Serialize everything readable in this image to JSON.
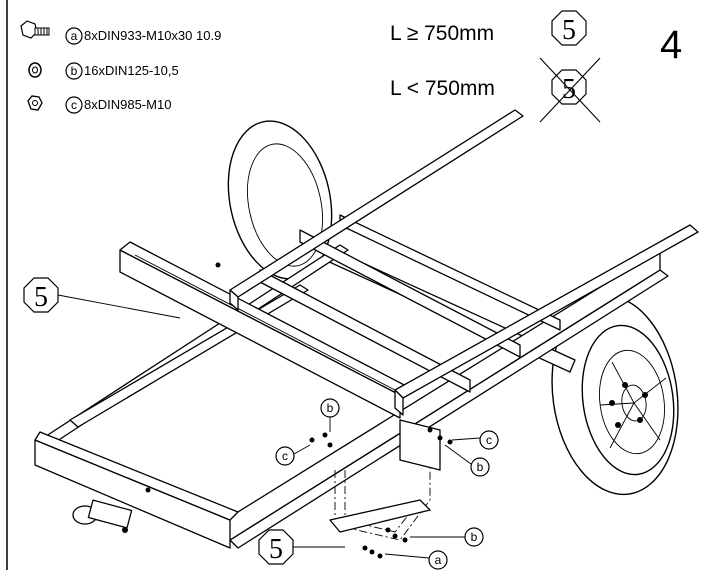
{
  "step_number": "4",
  "parts": [
    {
      "letter": "a",
      "icon": "hex-bolt-icon",
      "text": "8xDIN933-M10x30 10.9"
    },
    {
      "letter": "b",
      "icon": "washer-icon",
      "text": "16xDIN125-10,5"
    },
    {
      "letter": "c",
      "icon": "hex-nut-icon",
      "text": "8xDIN985-M10"
    }
  ],
  "conditions": [
    {
      "text": "L ≥ 750mm",
      "part": "5",
      "crossed": false
    },
    {
      "text": "L < 750mm",
      "part": "5",
      "crossed": true
    }
  ],
  "callouts": {
    "part_number": "5",
    "a": "a",
    "b": "b",
    "c": "c"
  }
}
